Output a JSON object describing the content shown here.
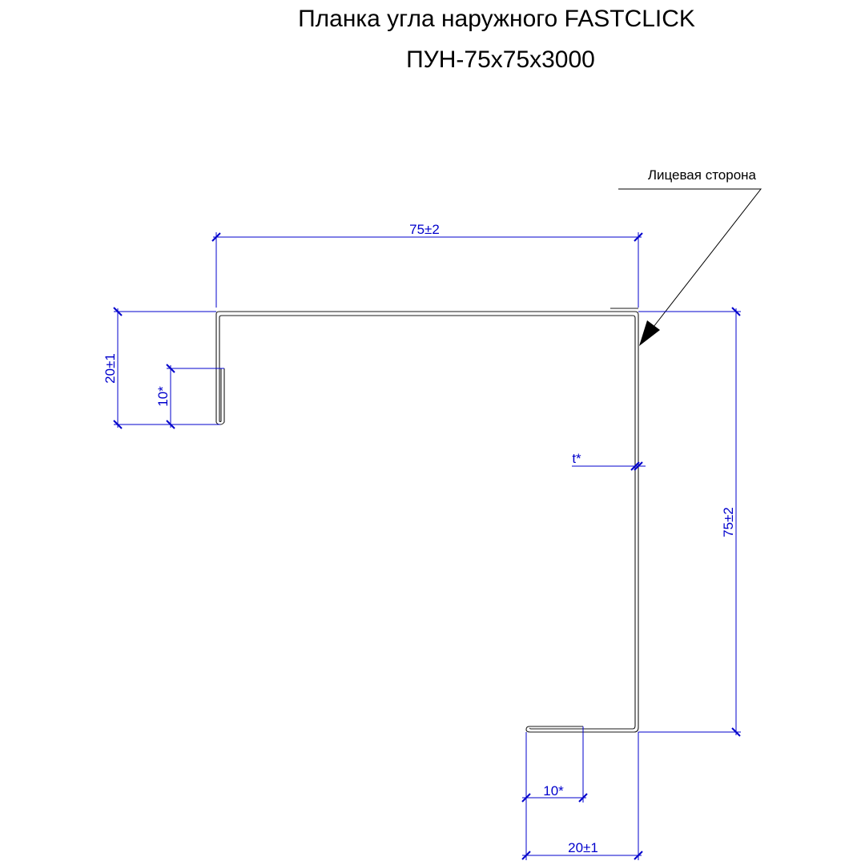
{
  "title": {
    "line1": "Планка угла наружного FASTCLICK",
    "line2": "ПУН-75х75х3000"
  },
  "callout": {
    "face_side": "Лицевая сторона"
  },
  "dimensions": {
    "top_width": "75±2",
    "right_height": "75±2",
    "left_flange": "20±1",
    "left_hem": "10*",
    "thickness": "t*",
    "bottom_hem": "10*",
    "bottom_flange": "20±1"
  },
  "colors": {
    "dimension": "#0000cc",
    "profile": "#1a1a1a",
    "text": "#000000"
  }
}
